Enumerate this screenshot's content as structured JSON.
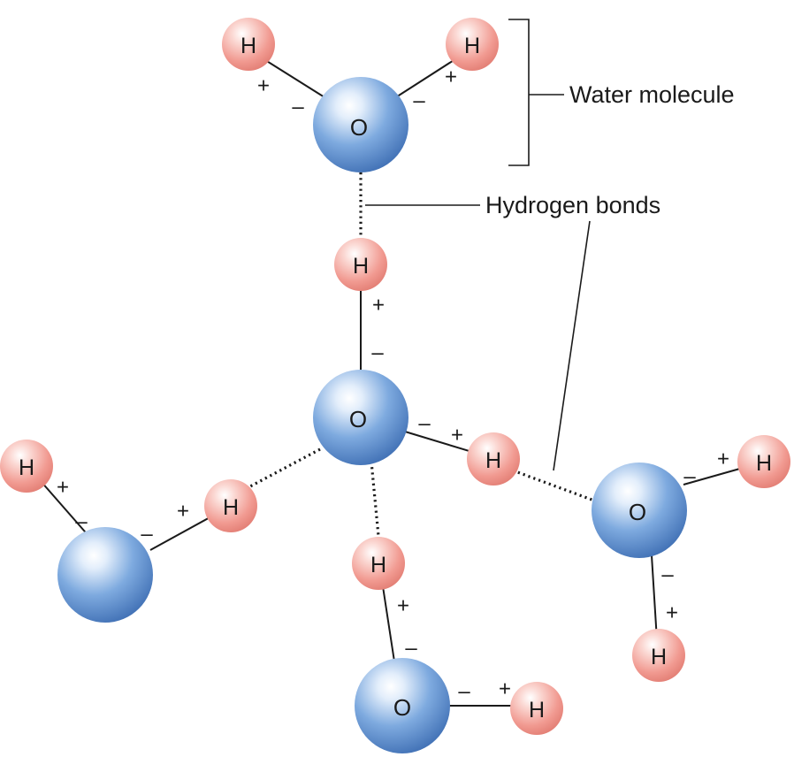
{
  "labels": {
    "oxygen": "O",
    "hydrogen": "H",
    "plus": "+",
    "minus": "–"
  },
  "callouts": {
    "water_molecule": "Water molecule",
    "hydrogen_bonds": "Hydrogen bonds"
  },
  "colors": {
    "oxygen_atom": "#6f9fd8",
    "hydrogen_atom": "#f2a29a"
  }
}
